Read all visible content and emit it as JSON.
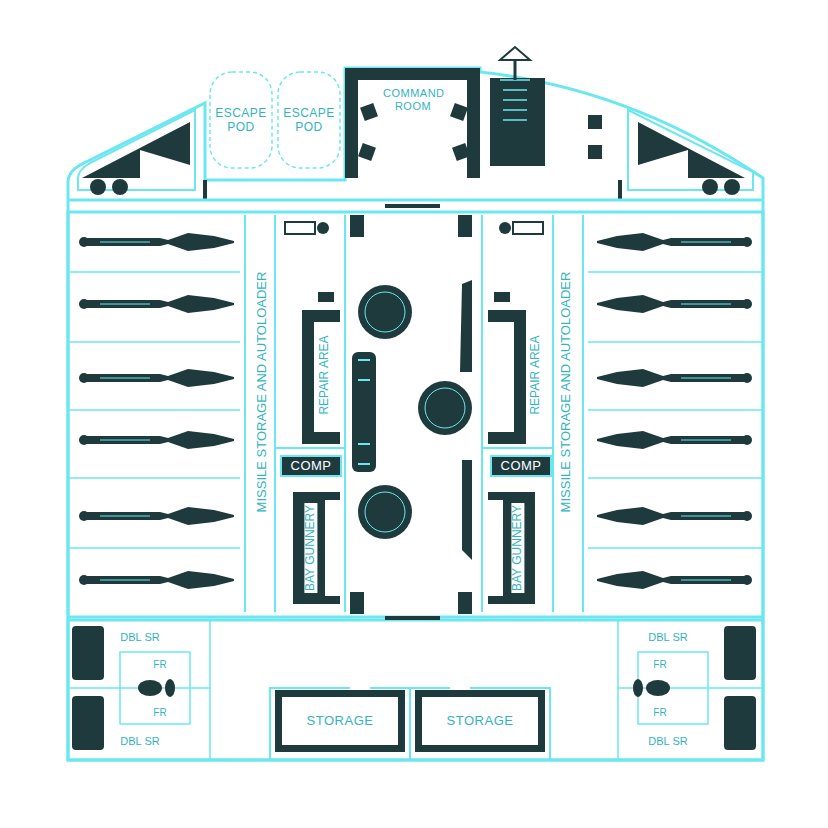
{
  "diagram": {
    "nodes": [
      {
        "text": [
          "ESCAPE POD"
        ]
      },
      {
        "text": [
          "ESCAPE POD"
        ]
      },
      {
        "text": [
          "COMMAND ROOM"
        ]
      },
      {
        "text": [
          "COMP"
        ]
      },
      {
        "text": [
          "COMP"
        ]
      },
      {
        "text": [
          "STORAGE"
        ]
      },
      {
        "text": [
          "STORAGE"
        ]
      }
    ],
    "labels": [
      "MISSILE STORAGE AND AUTOLOADER",
      "REPAIR AREA",
      "BAY GUNNERY",
      "REPAIR AREA",
      "MISSILE STORAGE AND AUTOLOADER",
      "BAY GUNNERY",
      "DBL SR",
      "FR",
      "FR",
      "DBL SR",
      "DBL SR",
      "FR",
      "FR",
      "DBL SR"
    ]
  }
}
